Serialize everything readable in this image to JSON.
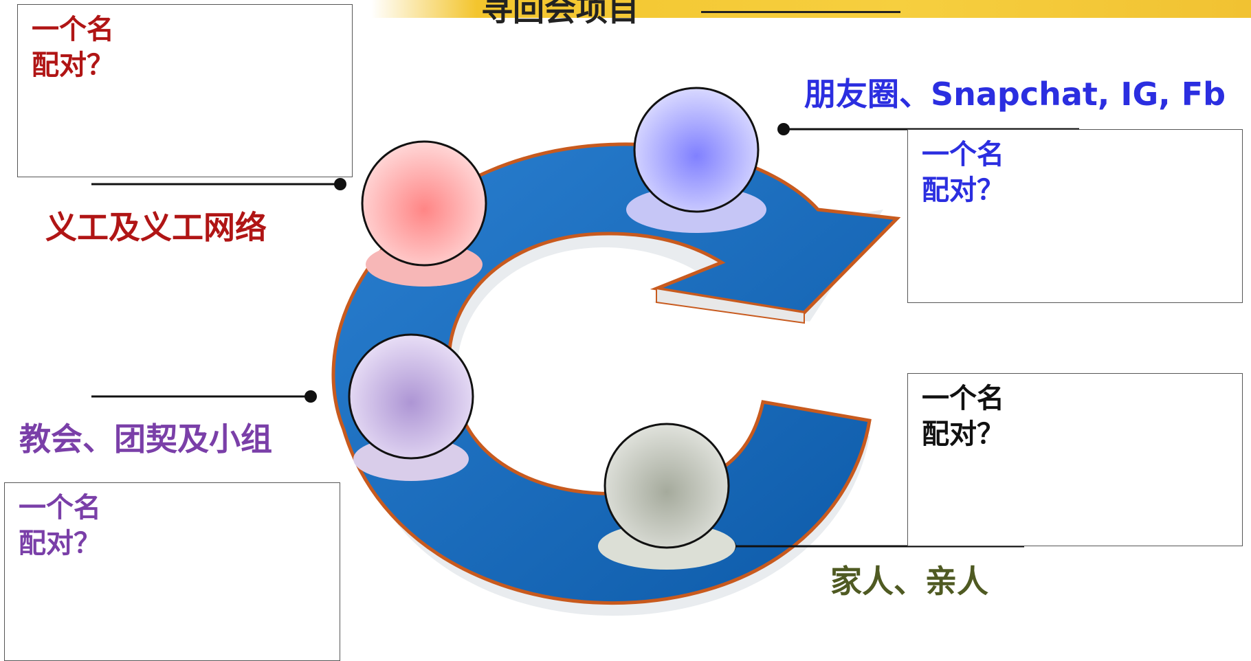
{
  "header": {
    "title_text": "寻回会项目",
    "band_color": "#f3c52e"
  },
  "groups": [
    {
      "id": "volunteer",
      "label": "义工及义工网络",
      "color": "#b01515",
      "ball_color": "#ff8a8a",
      "box_line1": "一个名",
      "box_line2": "配对？"
    },
    {
      "id": "social",
      "label": "朋友圈、Snapchat, IG, Fb",
      "color": "#2b2ee0",
      "ball_color": "#8a8aff",
      "box_line1": "一个名",
      "box_line2": "配对？"
    },
    {
      "id": "church",
      "label": "教会、团契及小组",
      "color": "#7a3fa8",
      "ball_color": "#b39ad6",
      "box_line1": "一个名",
      "box_line2": "配对？"
    },
    {
      "id": "family",
      "label": "家人、亲人",
      "color": "#4f5a22",
      "ball_color": "#a8ada0",
      "box_line1": "一个名",
      "box_line2": "配对？",
      "box_text_color": "#111111"
    }
  ],
  "colors": {
    "arrow_blue": "#1f6fc0",
    "arrow_edge": "#c85a1e"
  }
}
